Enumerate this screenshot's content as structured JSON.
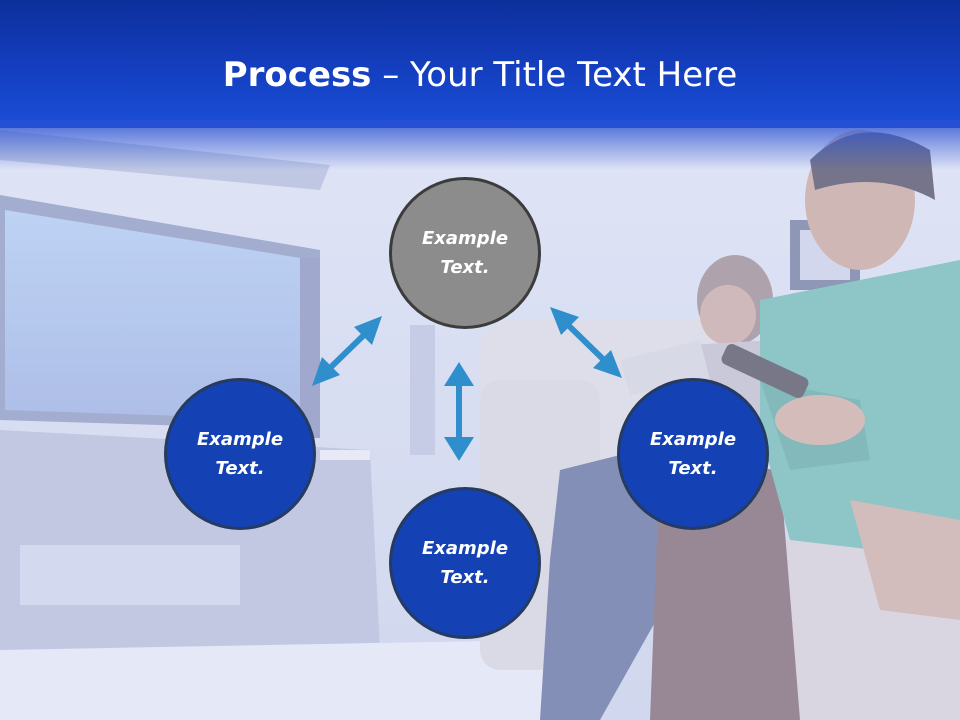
{
  "title": {
    "bold": "Process",
    "rest": " – Your Title Text Here"
  },
  "nodes": {
    "top": "Example Text.",
    "left": "Example Text.",
    "bottom": "Example Text.",
    "right": "Example Text."
  },
  "colors": {
    "header": "#143fc0",
    "node_blue": "#1441b3",
    "node_gray": "#8c8c8c",
    "arrow": "#2e8fcc"
  }
}
